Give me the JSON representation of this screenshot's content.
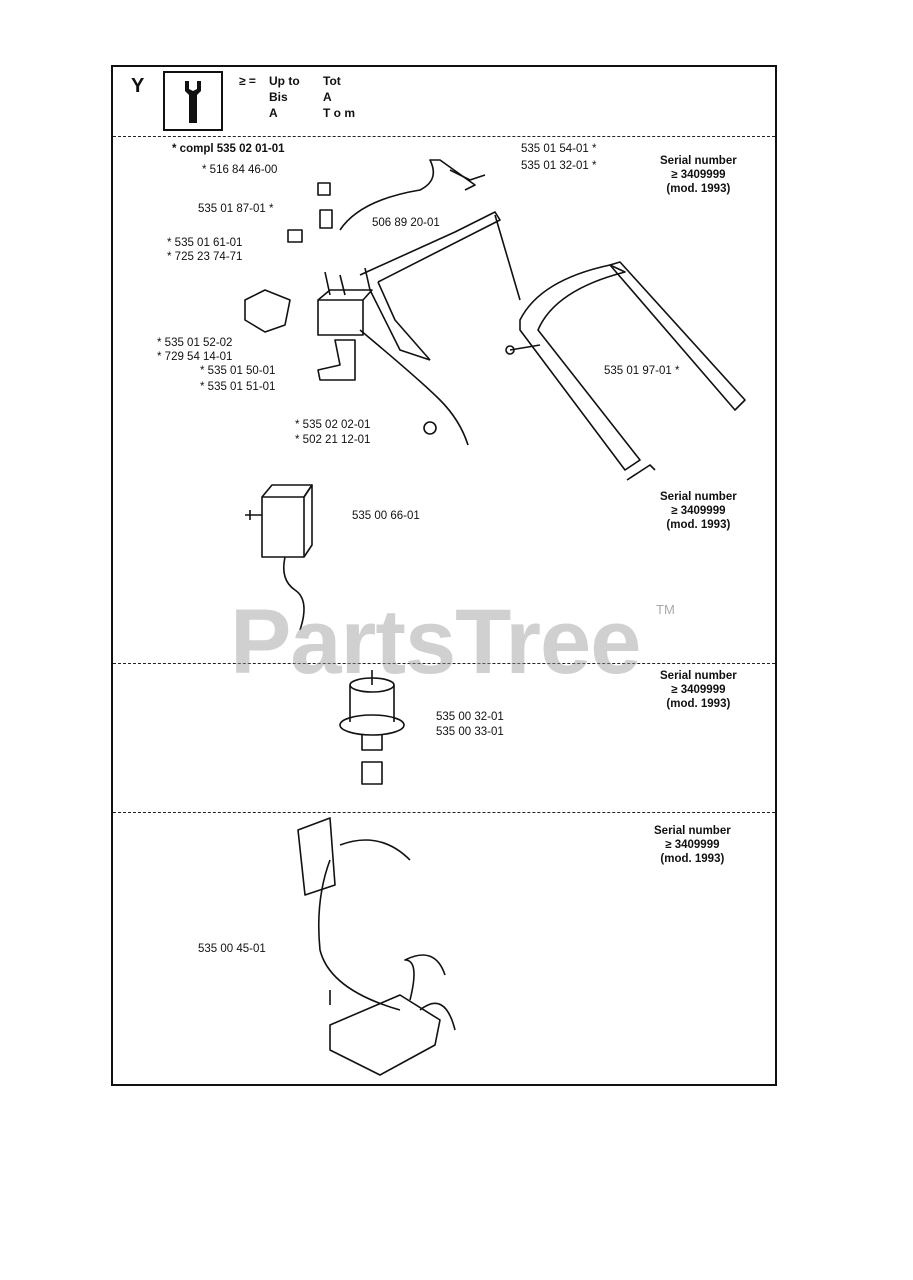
{
  "header": {
    "section_letter": "Y",
    "legend_symbol": "≥ =",
    "col1": [
      "Up to",
      "Bis",
      "A"
    ],
    "col2": [
      "Tot",
      "A",
      "T o m"
    ]
  },
  "section1": {
    "compl_label": "* compl 535 02 01-01",
    "parts": [
      "535 01 54-01 *",
      "535 01 32-01 *",
      "* 516 84 46-00",
      "535 01 87-01 *",
      "506 89 20-01",
      "* 535 01 61-01",
      "* 725 23 74-71",
      "* 535 01 52-02",
      "* 729 54 14-01",
      "* 535 01 50-01",
      "* 535 01 51-01",
      "535 01 97-01 *",
      "* 535 02 02-01",
      "* 502 21 12-01"
    ],
    "serial": [
      "Serial number",
      "≥ 3409999",
      "(mod. 1993)"
    ]
  },
  "section2": {
    "parts": [
      "535 00 66-01"
    ],
    "serial": [
      "Serial number",
      "≥ 3409999",
      "(mod. 1993)"
    ]
  },
  "section3": {
    "parts": [
      "535 00 32-01",
      "535 00 33-01"
    ],
    "serial": [
      "Serial number",
      "≥ 3409999",
      "(mod. 1993)"
    ]
  },
  "section4": {
    "parts": [
      "535 00 45-01"
    ],
    "serial": [
      "Serial number",
      "≥ 3409999",
      "(mod. 1993)"
    ]
  },
  "watermark": {
    "text": "PartsTree",
    "tm": "TM"
  }
}
